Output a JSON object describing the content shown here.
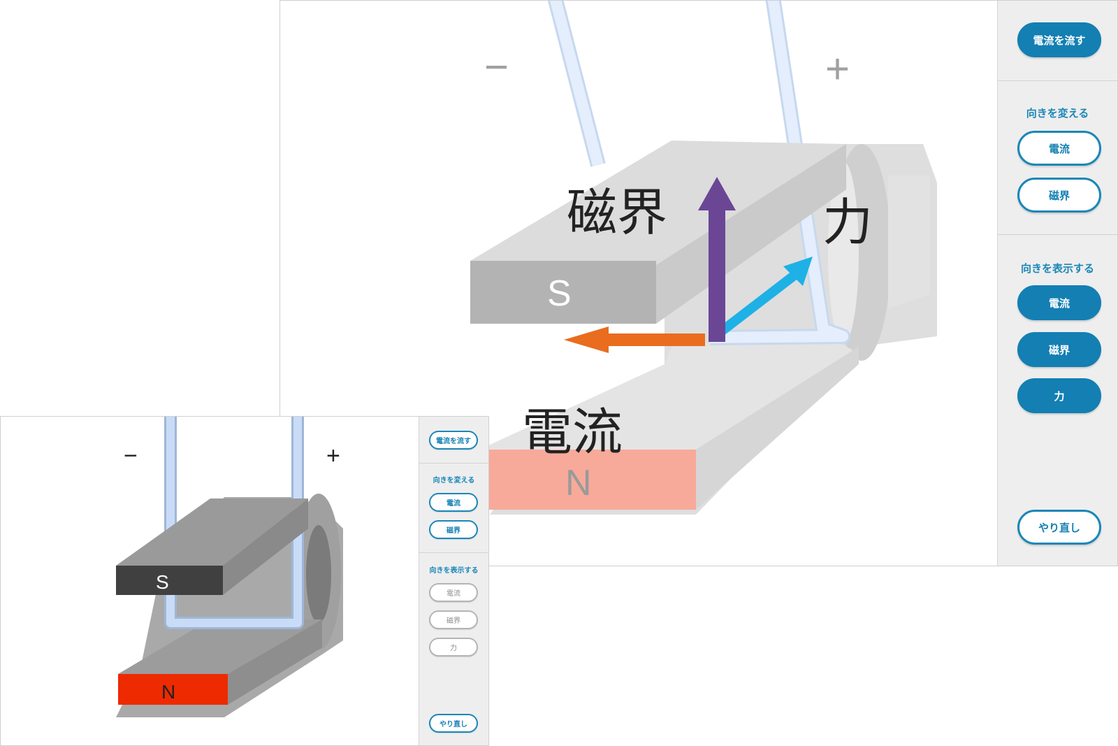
{
  "main_view": {
    "terminals": {
      "negative": "−",
      "positive": "+"
    },
    "magnet": {
      "top_pole": "S",
      "bottom_pole": "N"
    },
    "arrow_labels": {
      "magnetic_field": "磁界",
      "force": "力",
      "current": "電流"
    },
    "sidebar": {
      "run_button": "電流を流す",
      "change_direction": {
        "label": "向きを変える",
        "items": [
          "電流",
          "磁界"
        ]
      },
      "show_direction": {
        "label": "向きを表示する",
        "items": [
          "電流",
          "磁界",
          "力"
        ]
      },
      "reset_button": "やり直し"
    }
  },
  "initial_view": {
    "terminals": {
      "negative": "−",
      "positive": "+"
    },
    "magnet": {
      "top_pole": "S",
      "bottom_pole": "N"
    },
    "sidebar": {
      "run_button": "電流を流す",
      "change_direction": {
        "label": "向きを変える",
        "items": [
          "電流",
          "磁界"
        ]
      },
      "show_direction": {
        "label": "向きを表示する",
        "items": [
          "電流",
          "磁界",
          "力"
        ]
      },
      "reset_button": "やり直し"
    }
  },
  "colors": {
    "accent": "#137fb3",
    "magnetic_field_arrow": "#6b4694",
    "force_arrow": "#1eb1e6",
    "current_arrow": "#e96c1f",
    "n_pole_active": "#f7aa99",
    "n_pole_initial": "#ee2a00",
    "wire": "#d9e8fb"
  },
  "icons": [
    "magnetic-field-arrow",
    "force-arrow",
    "current-arrow"
  ]
}
